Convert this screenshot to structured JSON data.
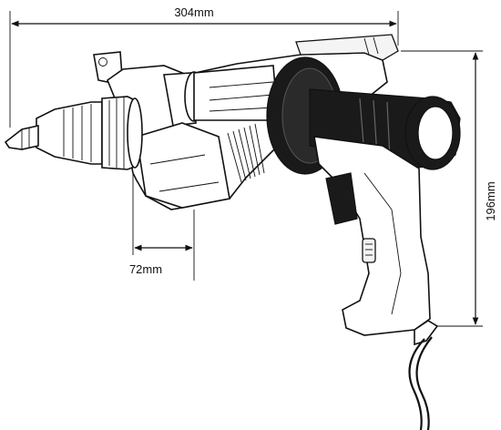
{
  "figure": {
    "subject": "power-drill-dimension-drawing",
    "dimensions": {
      "overall_length": {
        "label": "304mm",
        "value": 304,
        "unit": "mm"
      },
      "height": {
        "label": "196mm",
        "value": 196,
        "unit": "mm"
      },
      "gear_housing_width": {
        "label": "72mm",
        "value": 72,
        "unit": "mm"
      }
    },
    "colors": {
      "line": "#111111",
      "grip": "#1a1a1a",
      "background": "#ffffff"
    }
  }
}
